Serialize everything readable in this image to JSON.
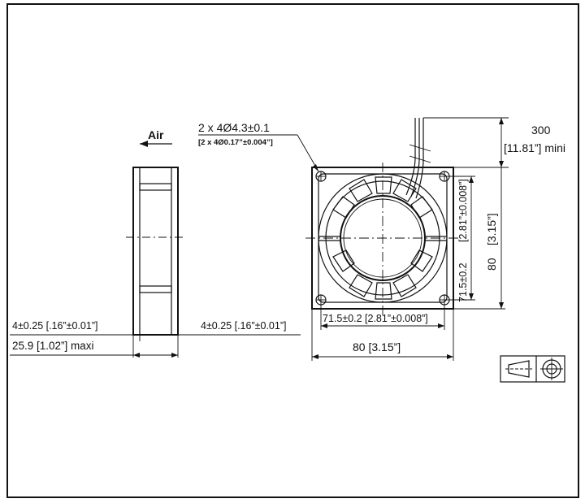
{
  "labels": {
    "airflow": "Air",
    "hole_spec_mm": "2 x 4Ø4.3±0.1",
    "hole_spec_in": "[2 x 4Ø0.17”±0.004”]",
    "lead_mm": "300",
    "lead_in": "[11.81”] mini",
    "hole_pitch_v_mm": "71.5±0.2",
    "hole_pitch_v_in": "[2.81”±0.008”]",
    "size_v_mm": "80",
    "size_v_in": "[3.15”]",
    "hole_pitch_h": "71.5±0.2 [2.81”±0.008”]",
    "size_h": "80 [3.15”]",
    "flange_left": "4±0.25 [.16”±0.01”]",
    "flange_right": "4±0.25 [.16”±0.01”]",
    "depth": "25.9 [1.02”] maxi"
  },
  "icons": {
    "projection_symbol": "first-angle-projection-icon",
    "arrow": "left-arrow-icon"
  }
}
